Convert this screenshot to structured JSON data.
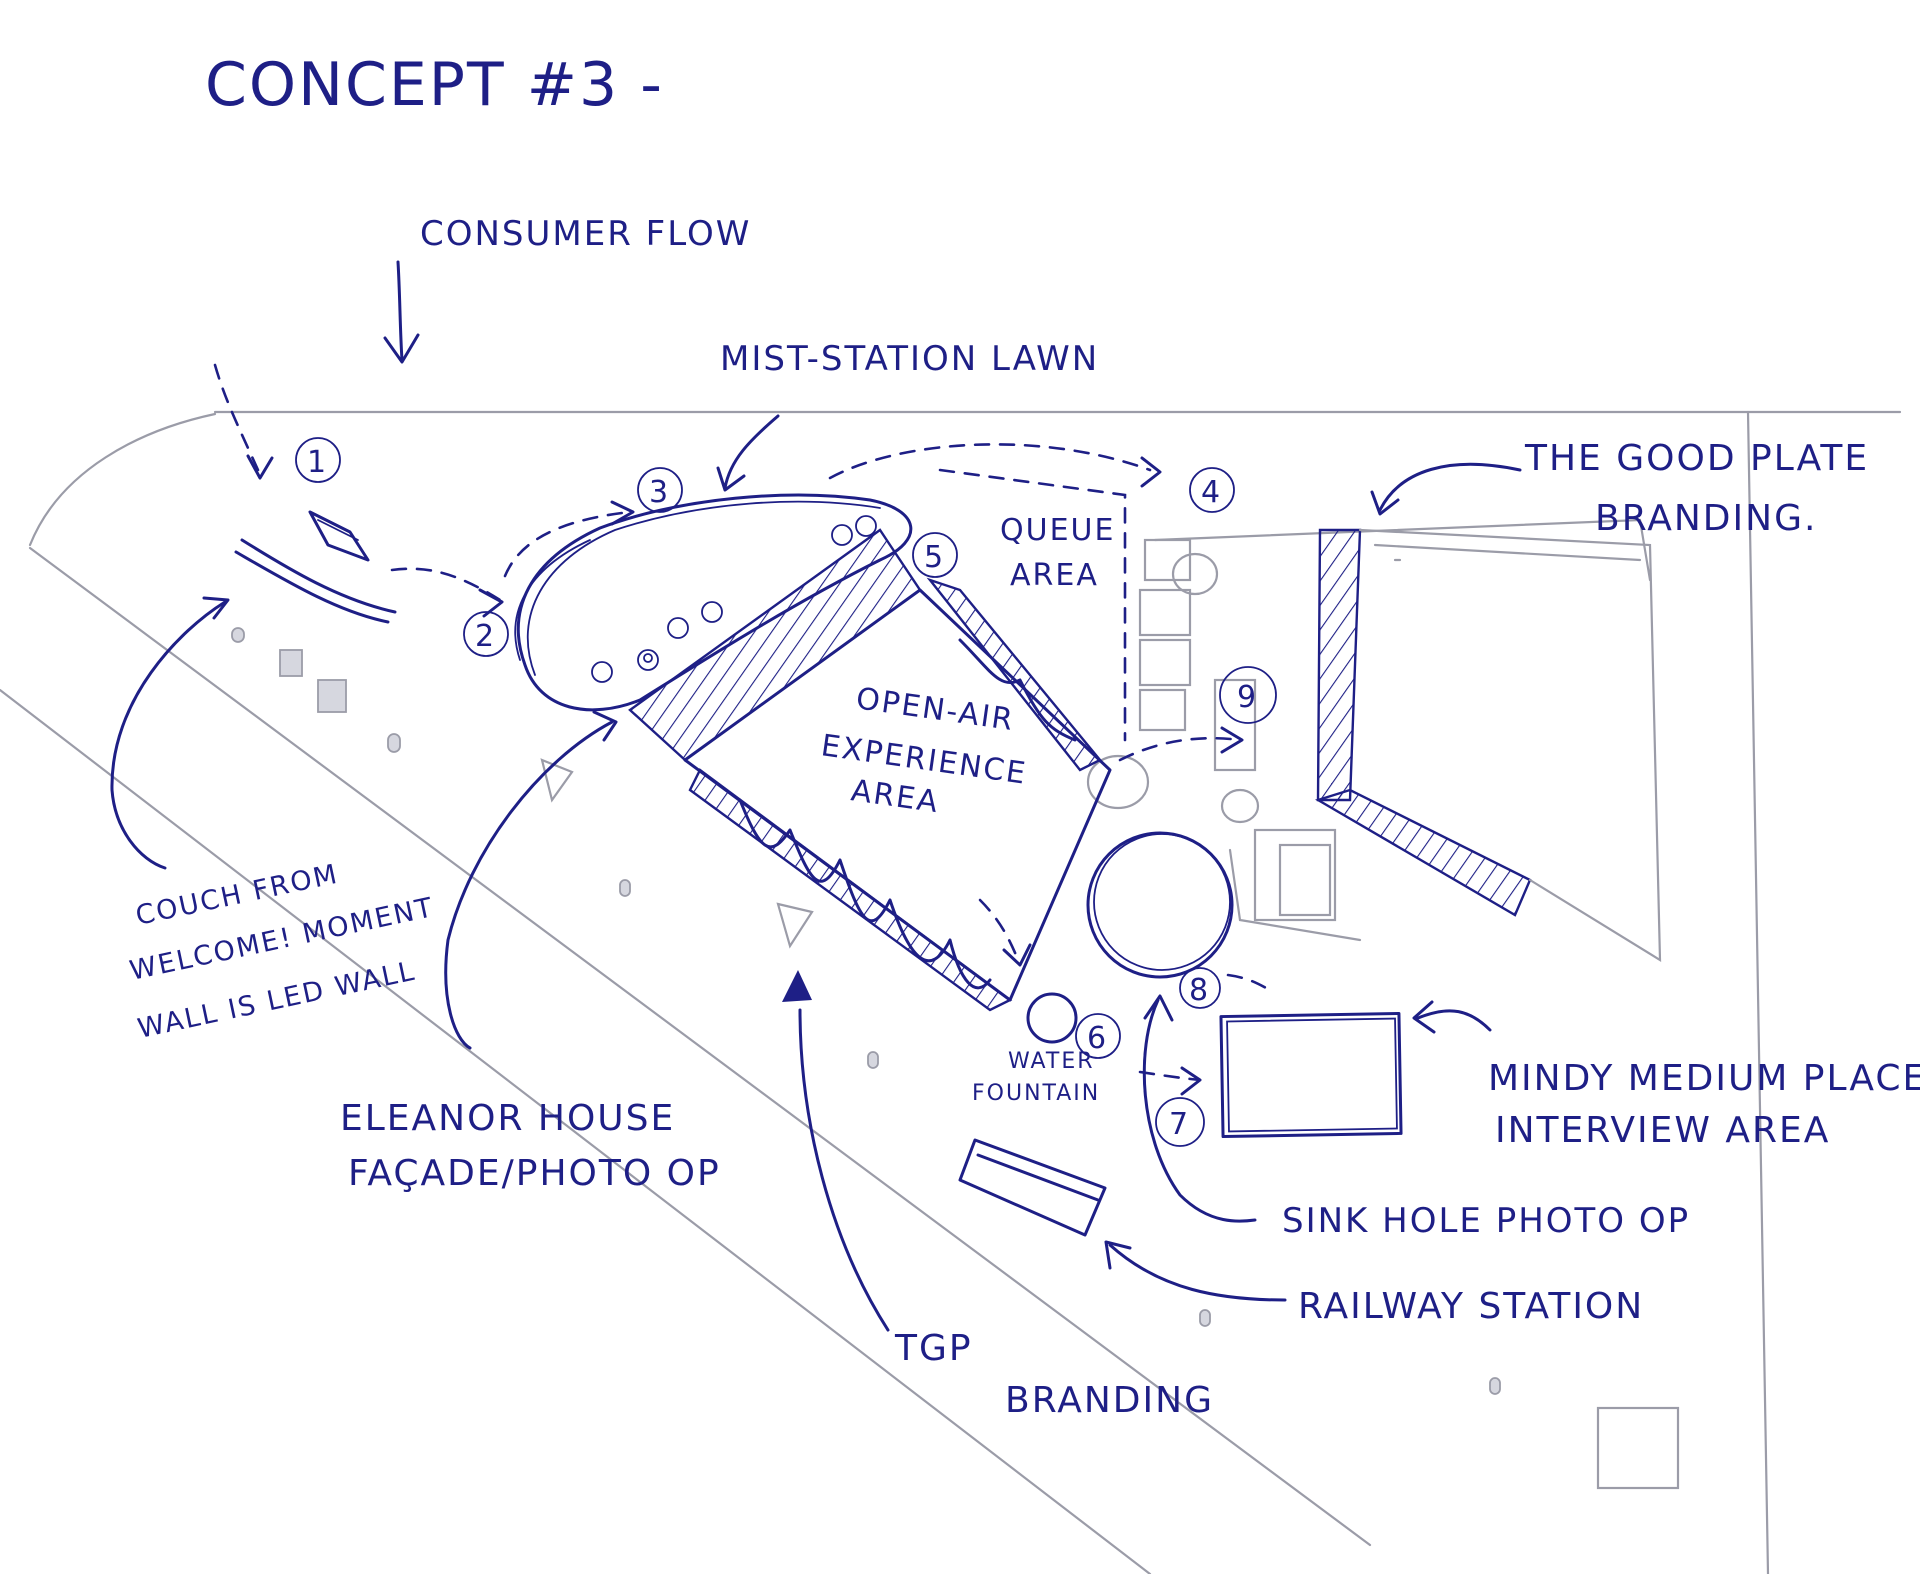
{
  "title": "CONCEPT #3 -",
  "labels": {
    "consumer_flow": "CONSUMER FLOW",
    "mist_station_lawn": "MIST-STATION LAWN",
    "good_plate_line1": "THE GOOD PLATE",
    "good_plate_line2": "BRANDING.",
    "queue_line1": "QUEUE",
    "queue_line2": "AREA",
    "open_air_line1": "OPEN-AIR",
    "open_air_line2": "EXPERIENCE",
    "open_air_line3": "AREA",
    "couch_line1": "COUCH FROM",
    "couch_line2": "WELCOME! MOMENT",
    "couch_line3": "WALL IS LED WALL",
    "eleanor_line1": "ELEANOR HOUSE",
    "eleanor_line2": "FAÇADE/PHOTO OP",
    "tgp_line1": "TGP",
    "tgp_line2": "BRANDING",
    "water_line1": "WATER",
    "water_line2": "FOUNTAIN",
    "mindy_line1": "MINDY MEDIUM PLACE",
    "mindy_line2": "INTERVIEW AREA",
    "sinkhole": "SINK HOLE PHOTO OP",
    "railway": "RAILWAY STATION"
  },
  "markers": [
    "1",
    "2",
    "3",
    "4",
    "5",
    "6",
    "7",
    "8",
    "9"
  ],
  "colors": {
    "ink": "#1e1f86",
    "pencil": "#9b9ca8",
    "paper": "#ffffff"
  }
}
